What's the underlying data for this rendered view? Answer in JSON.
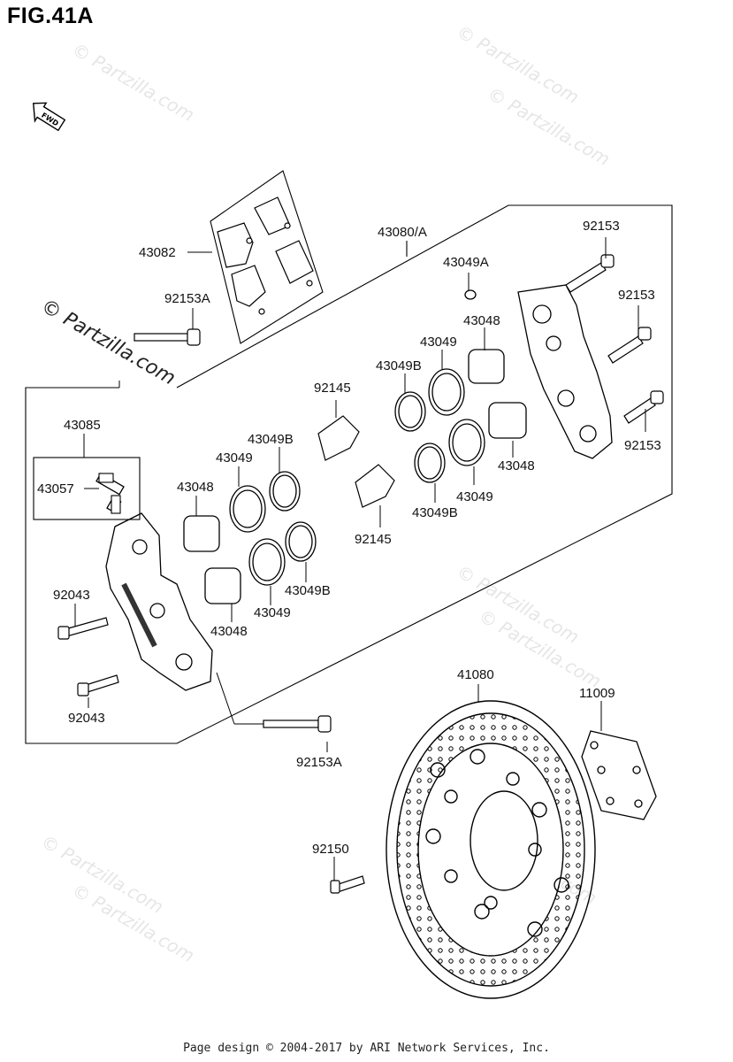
{
  "figure": {
    "title": "FIG.41A",
    "fwd_label": "FWD"
  },
  "watermark": "© Partzilla.com",
  "labels": {
    "p43080A": "43080/A",
    "p43082": "43082",
    "p92153A_top": "92153A",
    "p92153A_bottom": "92153A",
    "p92153_1": "92153",
    "p92153_2": "92153",
    "p92153_3": "92153",
    "p43049A": "43049A",
    "p43048_r1": "43048",
    "p43048_r2": "43048",
    "p43048_l1": "43048",
    "p43048_l2": "43048",
    "p43049_r1": "43049",
    "p43049_r2": "43049",
    "p43049_l1": "43049",
    "p43049_l2": "43049",
    "p43049B_r1": "43049B",
    "p43049B_r2": "43049B",
    "p43049B_l1": "43049B",
    "p43049B_l2": "43049B",
    "p92145_1": "92145",
    "p92145_2": "92145",
    "p43085": "43085",
    "p43057": "43057",
    "p92043_1": "92043",
    "p92043_2": "92043",
    "p41080": "41080",
    "p11009": "11009",
    "p92150": "92150"
  },
  "footer": {
    "text": "Page design © 2004-2017 by ARI Network Services, Inc."
  },
  "colors": {
    "line": "#000000",
    "watermark": "#e6e6e6",
    "background": "#ffffff"
  }
}
